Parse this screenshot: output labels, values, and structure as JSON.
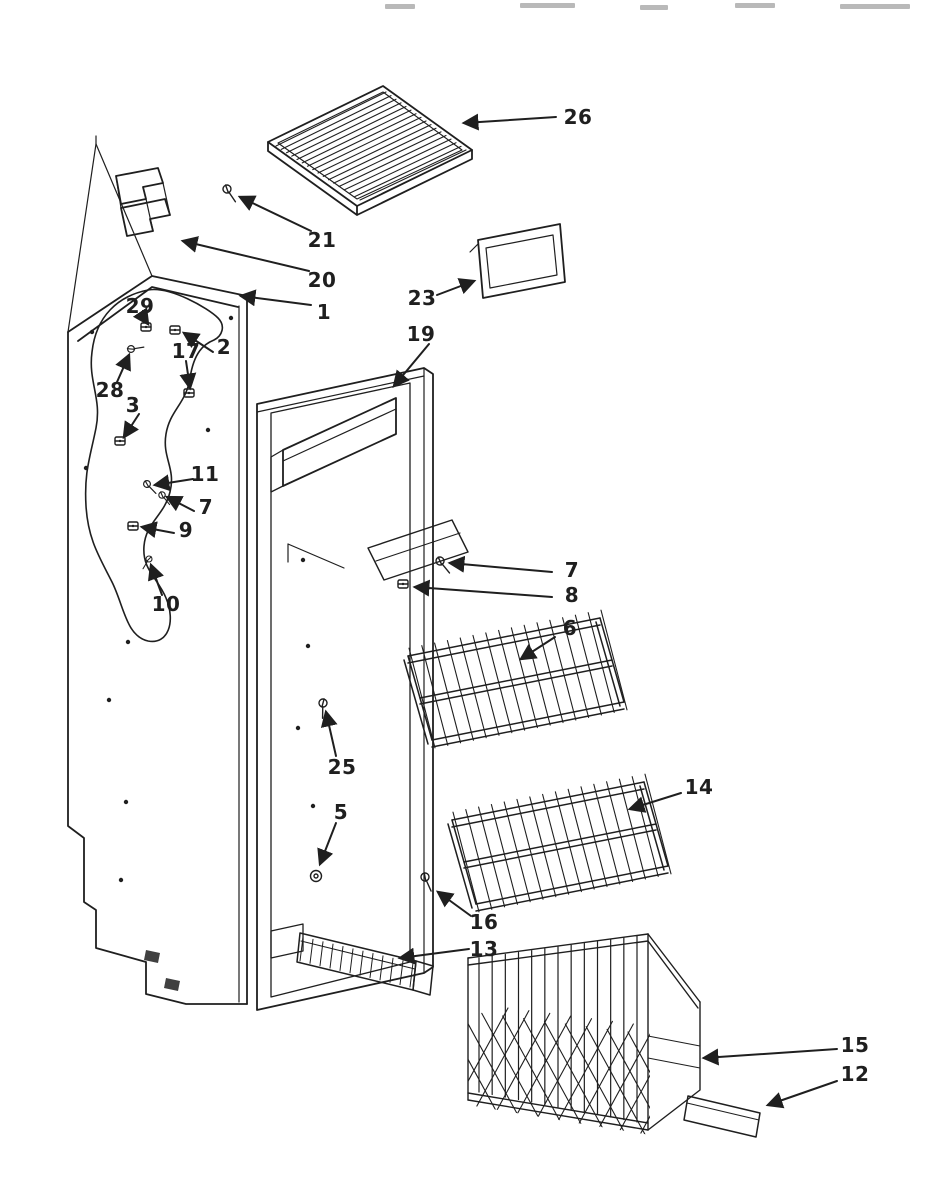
{
  "colors": {
    "ink": "#1f1f1f",
    "paper": "#ffffff"
  },
  "callouts": [
    {
      "label": "26"
    },
    {
      "label": "21"
    },
    {
      "label": "20"
    },
    {
      "label": "1"
    },
    {
      "label": "23"
    },
    {
      "label": "19"
    },
    {
      "label": "29"
    },
    {
      "label": "2"
    },
    {
      "label": "17"
    },
    {
      "label": "28"
    },
    {
      "label": "3"
    },
    {
      "label": "11"
    },
    {
      "label": "7"
    },
    {
      "label": "9"
    },
    {
      "label": "10"
    },
    {
      "label": "7"
    },
    {
      "label": "8"
    },
    {
      "label": "6"
    },
    {
      "label": "25"
    },
    {
      "label": "14"
    },
    {
      "label": "5"
    },
    {
      "label": "16"
    },
    {
      "label": "13"
    },
    {
      "label": "15"
    },
    {
      "label": "12"
    }
  ]
}
